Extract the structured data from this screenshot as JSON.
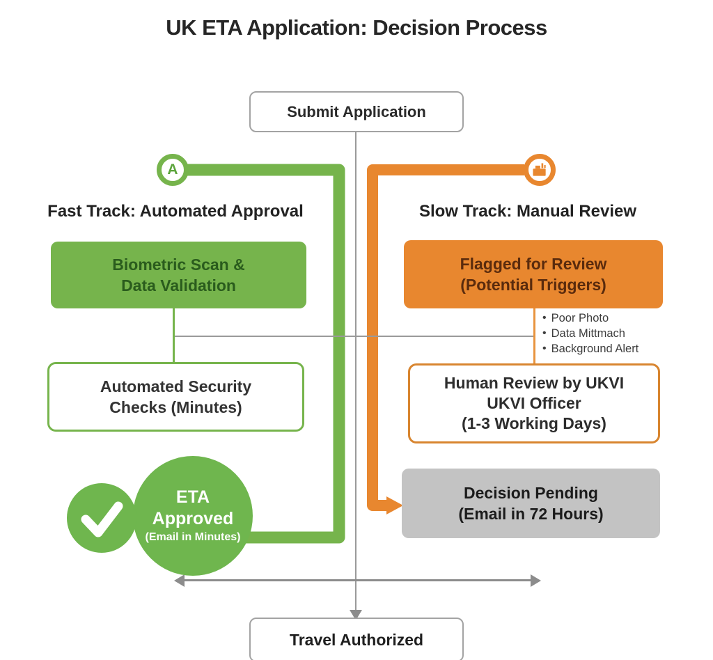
{
  "header": {
    "title": "UK ETA Application: Decision Process"
  },
  "submit": {
    "label": "Submit Application"
  },
  "travel": {
    "label": "Travel Authorized"
  },
  "tracks": {
    "fast": {
      "heading": "Fast Track: Automated Approval",
      "badge_letter": "A",
      "biometric": {
        "line1": "Biometric Scan &",
        "line2": "Data Validation"
      },
      "security": {
        "line1": "Automated Security",
        "line2": "Checks (Minutes)"
      },
      "approved": {
        "line1": "ETA",
        "line2": "Approved",
        "line3": "(Email in Minutes)"
      }
    },
    "slow": {
      "heading": "Slow Track: Manual Review",
      "flagged": {
        "line1": "Flagged for Review",
        "line2": "(Potential Triggers)"
      },
      "triggers": {
        "bullet": "•",
        "items": [
          "Poor Photo",
          "Data Mittmach",
          "Background Alert"
        ]
      },
      "human_review": {
        "line1": "Human Review by UKVI",
        "line2": "UKVI Officer",
        "line3": "(1-3 Working Days)"
      },
      "decision": {
        "line1": "Decision Pending",
        "line2": "(Email in 72 Hours)"
      }
    }
  },
  "icons": {
    "fast_badge": "letter-a-badge-icon",
    "slow_badge": "stamp-icon",
    "approved": "check-icon"
  },
  "colors": {
    "green": "#76b44c",
    "green_text": "#2a5c1d",
    "orange": "#e8872f",
    "orange_text": "#5a2b0d",
    "gray_line": "#9a9a9a",
    "decision_fill": "#c3c3c3",
    "heading_text": "#222222"
  }
}
